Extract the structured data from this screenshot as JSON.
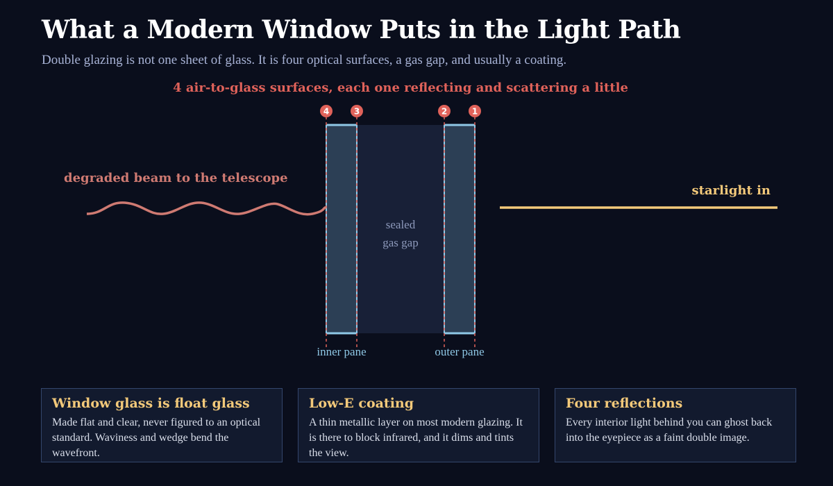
{
  "title": "What a Modern Window Puts in the Light Path",
  "subtitle": "Double glazing is not one sheet of glass. It is four optical surfaces, a gas gap, and usually a coating.",
  "diagram": {
    "surfaces_label": "4 air-to-glass surfaces, each one reflecting and scattering a little",
    "surface_numbers": [
      "4",
      "3",
      "2",
      "1"
    ],
    "gas_gap_lines": [
      "sealed",
      "gas gap"
    ],
    "inner_pane_label": "inner pane",
    "outer_pane_label": "outer pane",
    "starlight_label": "starlight in",
    "degraded_label": "degraded beam to the telescope"
  },
  "cards": [
    {
      "title": "Window glass is float glass",
      "body": "Made flat and clear, never figured to an optical standard. Waviness and wedge bend the wavefront."
    },
    {
      "title": "Low-E coating",
      "body": "A thin metallic layer on most modern glazing. It is there to block infrared, and it dims and tints the view."
    },
    {
      "title": "Four reflections",
      "body": "Every interior light behind you can ghost back into the eyepiece as a faint double image."
    }
  ],
  "colors": {
    "background": "#0a0e1c",
    "accent_red": "#e0625a",
    "starlight": "#f3c97a",
    "degraded_beam": "#cf7a72",
    "glass_edge": "#8fc8e6",
    "glass_fill": "#2c3f55",
    "gas_fill": "#182037"
  }
}
